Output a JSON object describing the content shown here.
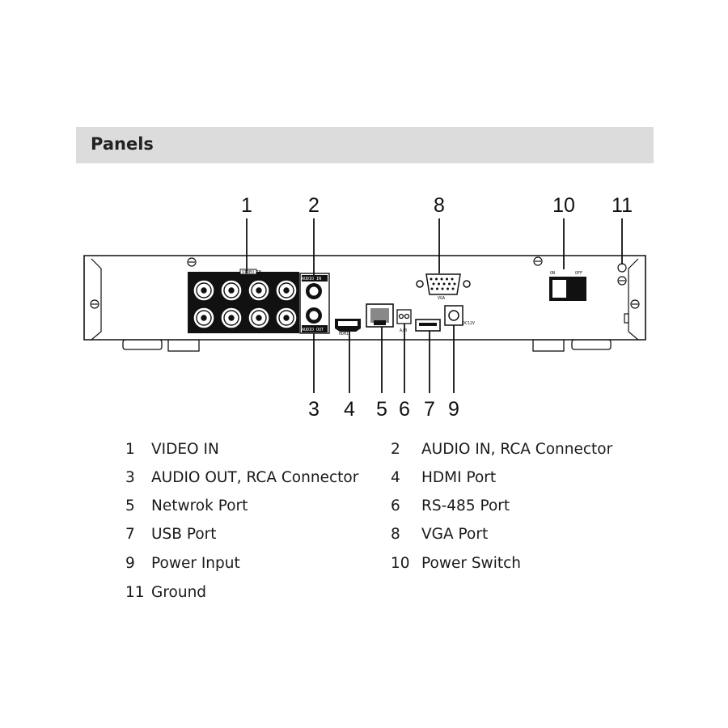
{
  "header": {
    "title": "Panels"
  },
  "callouts": [
    "1",
    "2",
    "8",
    "10",
    "11",
    "3",
    "4",
    "5",
    "6",
    "7",
    "9"
  ],
  "panel_labels": {
    "video": "VIDEO IN",
    "audio_in": "AUDIO IN",
    "audio_out": "AUDIO OUT",
    "vga": "VGA",
    "hdmi": "HDMI",
    "rs485": "A/B",
    "on": "ON",
    "off": "OFF",
    "power": "DC12V"
  },
  "legend": [
    {
      "num": "1",
      "text": "VIDEO IN"
    },
    {
      "num": "2",
      "text": "AUDIO IN, RCA Connector"
    },
    {
      "num": "3",
      "text": "AUDIO OUT, RCA Connector"
    },
    {
      "num": "4",
      "text": "HDMI Port"
    },
    {
      "num": "5",
      "text": "Netwrok Port"
    },
    {
      "num": "6",
      "text": "RS-485 Port"
    },
    {
      "num": "7",
      "text": "USB Port"
    },
    {
      "num": "8",
      "text": "VGA Port"
    },
    {
      "num": "9",
      "text": "Power Input"
    },
    {
      "num": "10",
      "text": "Power Switch"
    },
    {
      "num": "11",
      "text": "Ground"
    }
  ]
}
